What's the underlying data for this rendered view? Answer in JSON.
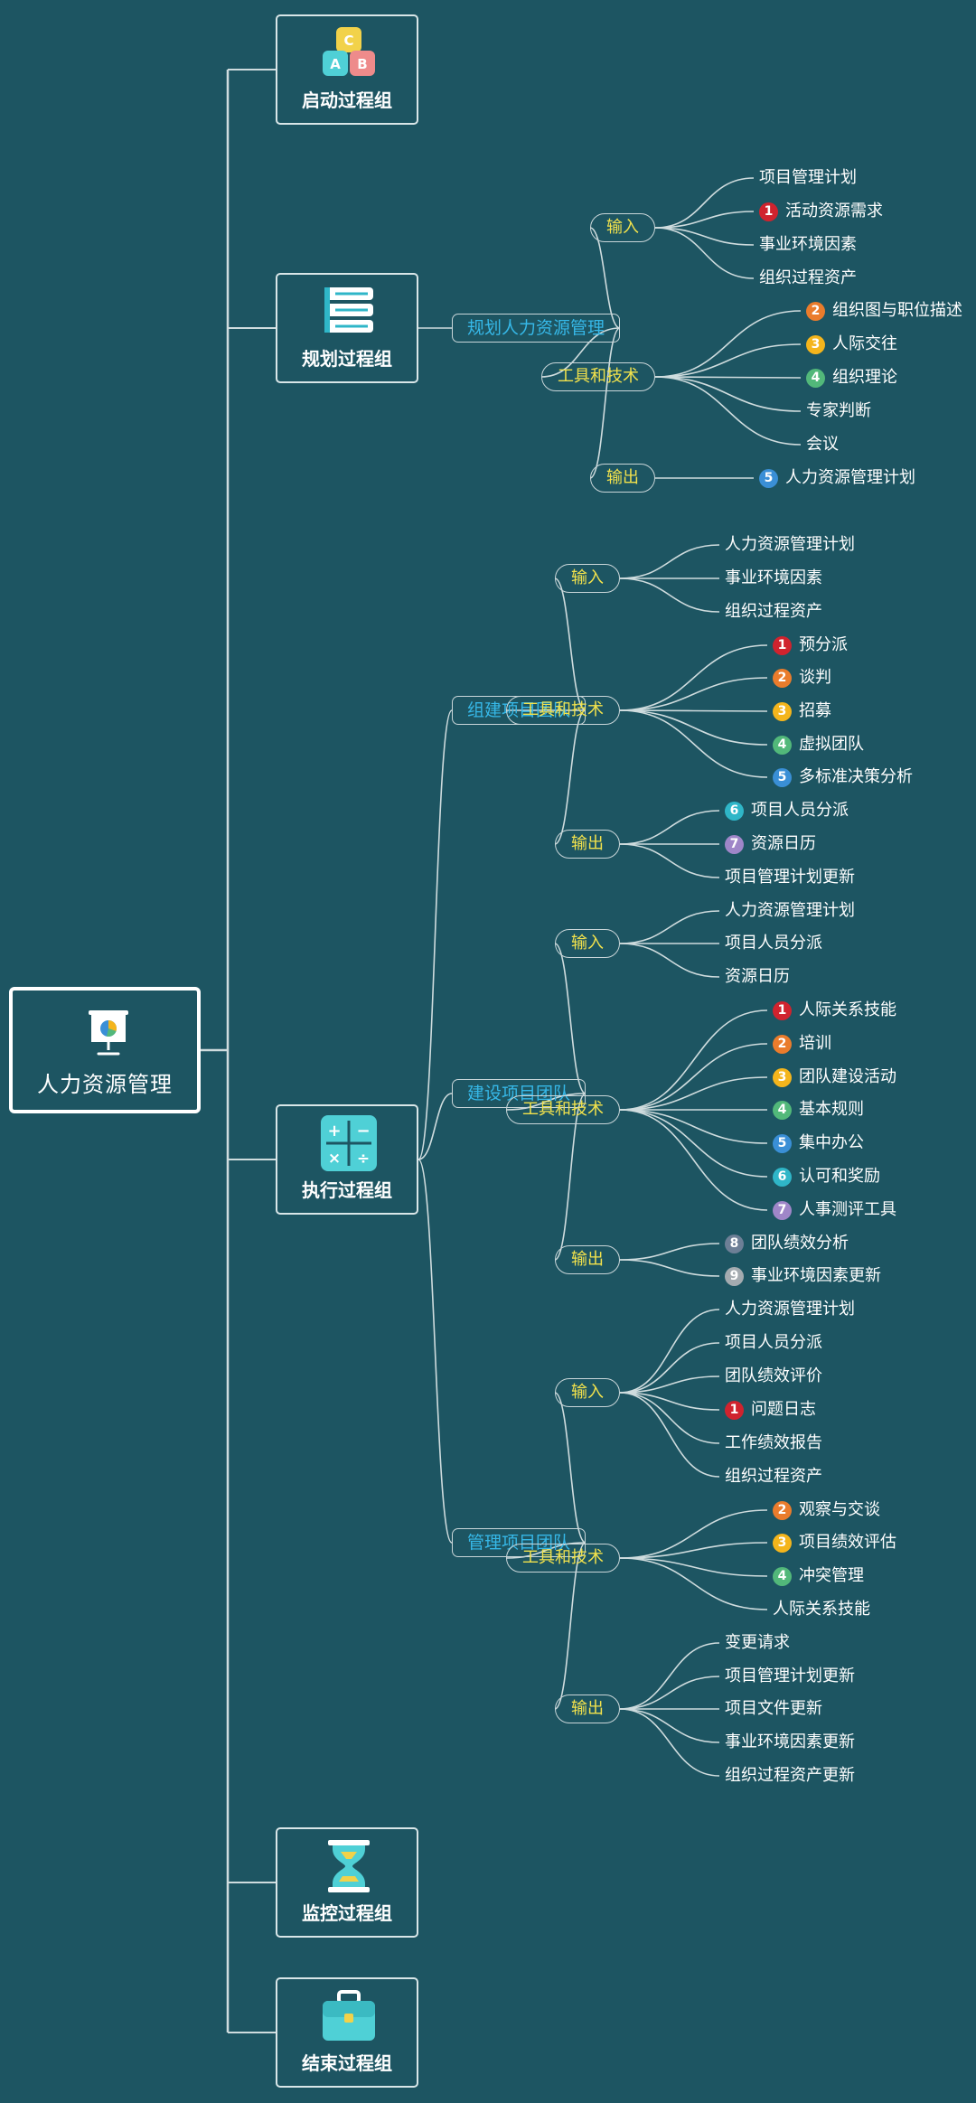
{
  "root": {
    "label": "人力资源管理",
    "icon": "presentation-board-icon"
  },
  "groups": [
    {
      "label": "启动过程组",
      "icon": "abc-blocks-icon"
    },
    {
      "label": "规划过程组",
      "icon": "book-stack-icon"
    },
    {
      "label": "执行过程组",
      "icon": "calculator-icon"
    },
    {
      "label": "监控过程组",
      "icon": "hourglass-icon"
    },
    {
      "label": "结束过程组",
      "icon": "briefcase-icon"
    }
  ],
  "badge_colors": {
    "1": "#d0232e",
    "2": "#ea7c2c",
    "3": "#f4b51c",
    "4": "#52b87a",
    "5": "#3a8fd6",
    "6": "#2fb6c8",
    "7": "#9f86c8",
    "8": "#6d7f96",
    "9": "#a4abb0"
  },
  "processes": [
    {
      "label": "规划人力资源管理",
      "categories": [
        {
          "label": "输入",
          "items": [
            {
              "text": "项目管理计划"
            },
            {
              "n": "1",
              "text": "活动资源需求"
            },
            {
              "text": "事业环境因素"
            },
            {
              "text": "组织过程资产"
            }
          ]
        },
        {
          "label": "工具和技术",
          "items": [
            {
              "n": "2",
              "text": "组织图与职位描述"
            },
            {
              "n": "3",
              "text": "人际交往"
            },
            {
              "n": "4",
              "text": "组织理论"
            },
            {
              "text": "专家判断"
            },
            {
              "text": "会议"
            }
          ]
        },
        {
          "label": "输出",
          "items": [
            {
              "n": "5",
              "text": "人力资源管理计划"
            }
          ]
        }
      ]
    },
    {
      "label": "组建项目团队",
      "categories": [
        {
          "label": "输入",
          "items": [
            {
              "text": "人力资源管理计划"
            },
            {
              "text": "事业环境因素"
            },
            {
              "text": "组织过程资产"
            }
          ]
        },
        {
          "label": "工具和技术",
          "items": [
            {
              "n": "1",
              "text": "预分派"
            },
            {
              "n": "2",
              "text": "谈判"
            },
            {
              "n": "3",
              "text": "招募"
            },
            {
              "n": "4",
              "text": "虚拟团队"
            },
            {
              "n": "5",
              "text": "多标准决策分析"
            }
          ]
        },
        {
          "label": "输出",
          "items": [
            {
              "n": "6",
              "text": "项目人员分派"
            },
            {
              "n": "7",
              "text": "资源日历"
            },
            {
              "text": "项目管理计划更新"
            }
          ]
        }
      ]
    },
    {
      "label": "建设项目团队",
      "categories": [
        {
          "label": "输入",
          "items": [
            {
              "text": "人力资源管理计划"
            },
            {
              "text": "项目人员分派"
            },
            {
              "text": "资源日历"
            }
          ]
        },
        {
          "label": "工具和技术",
          "items": [
            {
              "n": "1",
              "text": "人际关系技能"
            },
            {
              "n": "2",
              "text": "培训"
            },
            {
              "n": "3",
              "text": "团队建设活动"
            },
            {
              "n": "4",
              "text": "基本规则"
            },
            {
              "n": "5",
              "text": "集中办公"
            },
            {
              "n": "6",
              "text": "认可和奖励"
            },
            {
              "n": "7",
              "text": "人事测评工具"
            }
          ]
        },
        {
          "label": "输出",
          "items": [
            {
              "n": "8",
              "text": "团队绩效分析"
            },
            {
              "n": "9",
              "text": "事业环境因素更新"
            }
          ]
        }
      ]
    },
    {
      "label": "管理项目团队",
      "categories": [
        {
          "label": "输入",
          "items": [
            {
              "text": "人力资源管理计划"
            },
            {
              "text": "项目人员分派"
            },
            {
              "text": "团队绩效评价"
            },
            {
              "n": "1",
              "text": "问题日志"
            },
            {
              "text": "工作绩效报告"
            },
            {
              "text": "组织过程资产"
            }
          ]
        },
        {
          "label": "工具和技术",
          "items": [
            {
              "n": "2",
              "text": "观察与交谈"
            },
            {
              "n": "3",
              "text": "项目绩效评估"
            },
            {
              "n": "4",
              "text": "冲突管理"
            },
            {
              "text": "人际关系技能"
            }
          ]
        },
        {
          "label": "输出",
          "items": [
            {
              "text": "变更请求"
            },
            {
              "text": "项目管理计划更新"
            },
            {
              "text": "项目文件更新"
            },
            {
              "text": "事业环境因素更新"
            },
            {
              "text": "组织过程资产更新"
            }
          ]
        }
      ]
    }
  ]
}
